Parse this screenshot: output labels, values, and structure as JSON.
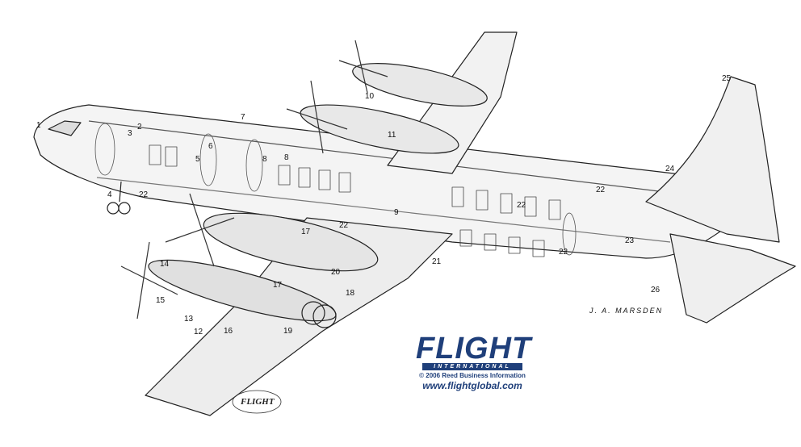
{
  "branding": {
    "logo_word": "FLIGHT",
    "logo_sub": "INTERNATIONAL",
    "copyright": "© 2006 Reed Business Information",
    "url": "www.flightglobal.com",
    "stamp_word": "FLIGHT",
    "brand_color": "#1f3f7a"
  },
  "artist_signature": "J. A. MARSDEN",
  "callouts": [
    "1",
    "2",
    "3",
    "4",
    "5",
    "6",
    "7",
    "8",
    "8",
    "9",
    "10",
    "11",
    "12",
    "13",
    "14",
    "15",
    "16",
    "17",
    "17",
    "18",
    "19",
    "20",
    "21",
    "22",
    "22",
    "22",
    "22",
    "22",
    "23",
    "24",
    "25",
    "26"
  ]
}
